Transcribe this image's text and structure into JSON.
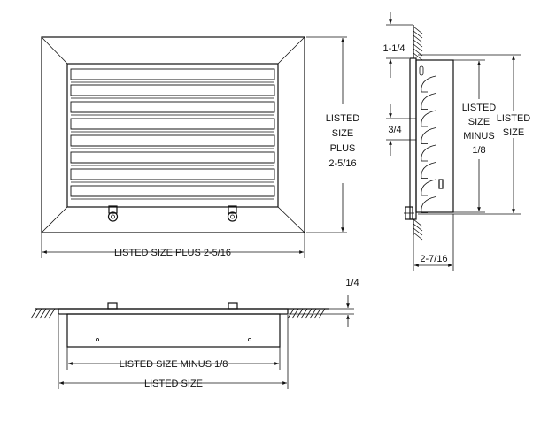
{
  "labels": {
    "front_width": "LISTED SIZE PLUS 2-5/16",
    "front_height": [
      "LISTED",
      "SIZE",
      "PLUS",
      "2-5/16"
    ],
    "side_flange": "1-1/4",
    "side_blade": "3/4",
    "side_minus": [
      "LISTED",
      "SIZE",
      "MINUS",
      "1/8"
    ],
    "side_listed": [
      "LISTED",
      "SIZE"
    ],
    "side_depth": "2-7/16",
    "bottom_thickness": "1/4",
    "bottom_minus": "LISTED SIZE MINUS 1/8",
    "bottom_listed": "LISTED SIZE"
  },
  "colors": {
    "line": "#111111",
    "background": "#ffffff"
  }
}
